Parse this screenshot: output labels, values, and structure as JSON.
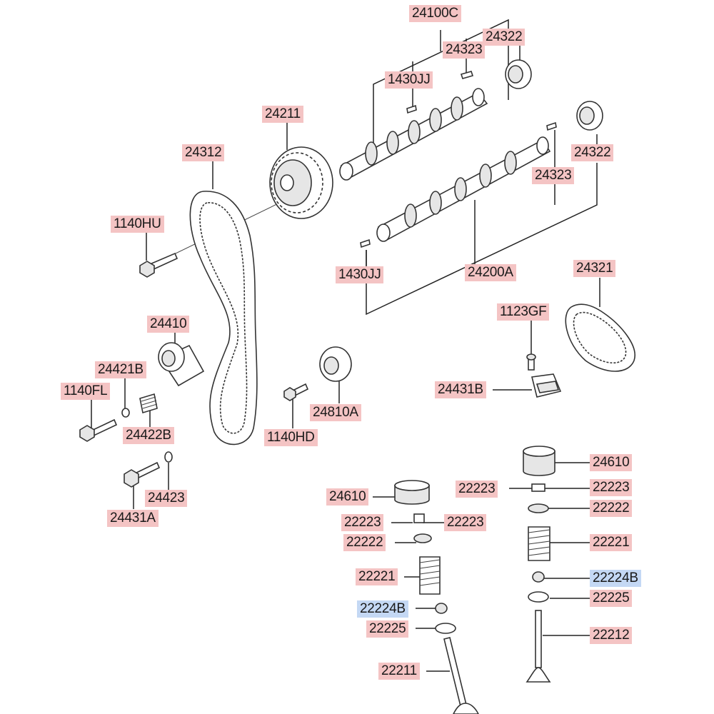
{
  "colors": {
    "label_red": "#f4c4c4",
    "label_blue": "#c4d8f4",
    "line": "#222222"
  },
  "labels": {
    "p24100C": "24100C",
    "p24322_top": "24322",
    "p24323_top": "24323",
    "p1430JJ_top": "1430JJ",
    "p24211": "24211",
    "p24312": "24312",
    "p24322_right": "24322",
    "p24323_right": "24323",
    "p1140HU": "1140HU",
    "p1430JJ_bottom": "1430JJ",
    "p24200A": "24200A",
    "p24321": "24321",
    "p1123GF": "1123GF",
    "p24410": "24410",
    "p24421B": "24421B",
    "p1140FL": "1140FL",
    "p24422B": "24422B",
    "p24431B": "24431B",
    "p24810A": "24810A",
    "p1140HD": "1140HD",
    "p24423": "24423",
    "p24431A": "24431A",
    "p24610_right": "24610",
    "p22223_r_left": "22223",
    "p22223_r_right": "22223",
    "p22222_right": "22222",
    "p22221_right": "22221",
    "p22224B_right": "22224B",
    "p22225_right": "22225",
    "p22212": "22212",
    "p24610_left": "24610",
    "p22223_l_left": "22223",
    "p22223_l_right": "22223",
    "p22222_left": "22222",
    "p22221_left": "22221",
    "p22224B_left": "22224B",
    "p22225_left": "22225",
    "p22211": "22211"
  }
}
